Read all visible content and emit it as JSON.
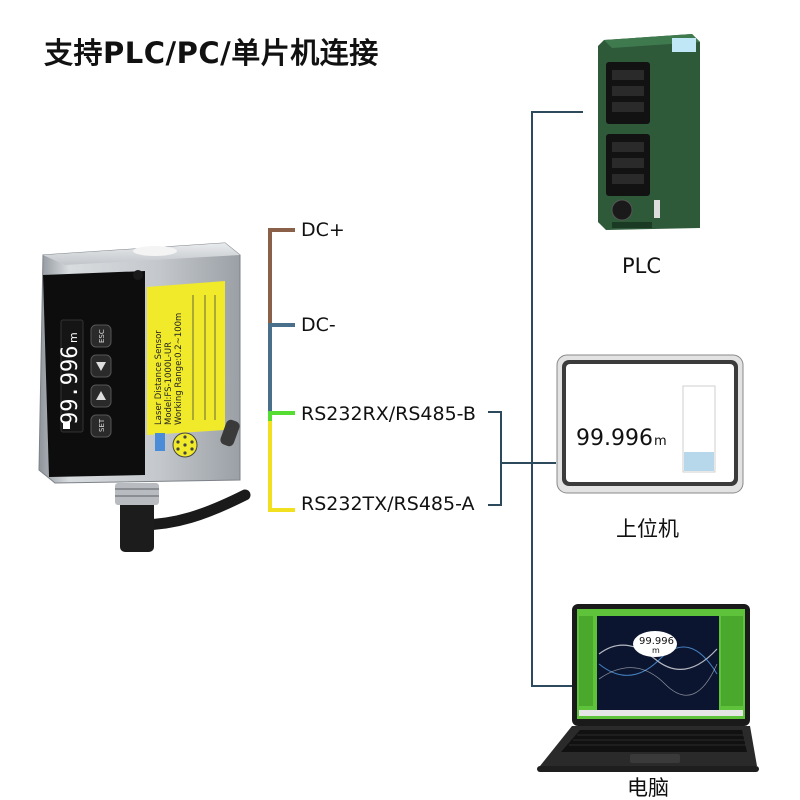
{
  "title": "支持PLC/PC/单片机连接",
  "sensor": {
    "readout": "99.996",
    "unit": "m",
    "buttons": {
      "esc": "ESC",
      "set": "SET"
    },
    "label_lines": [
      "Laser Distance Sensor",
      "Model:FS-1000L-UR",
      "Working Range:0.2~100m"
    ]
  },
  "wires": [
    {
      "label": "DC+",
      "color": "#8b6048"
    },
    {
      "label": "DC-",
      "color": "#4a6f8a"
    },
    {
      "label": "RS232RX/RS485-B",
      "color": "#55dd33"
    },
    {
      "label": "RS232TX/RS485-A",
      "color": "#f0e020"
    }
  ],
  "bus_color": "#2c4a5c",
  "devices": [
    {
      "label": "PLC"
    },
    {
      "label": "上位机",
      "readout": "99.996",
      "unit": "m"
    },
    {
      "label": "电脑",
      "readout": "99.996",
      "unit": "m"
    }
  ]
}
